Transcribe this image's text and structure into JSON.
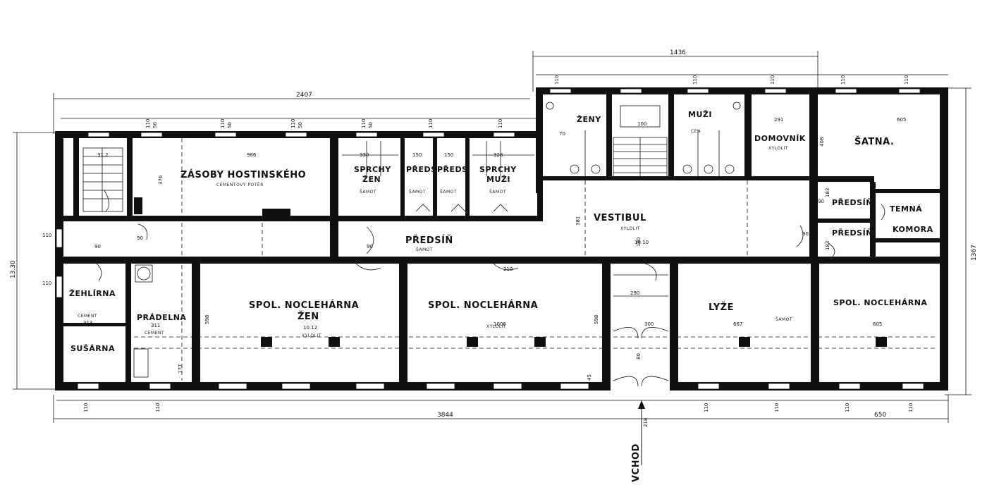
{
  "dimensions": {
    "top_left_total": "2407",
    "top_right_total": "1436",
    "bottom_left_total": "3844",
    "bottom_right_total": "650",
    "left_height": "13.30",
    "right_height": "1367",
    "zasoby_width": "986",
    "zasoby_height": "376",
    "sprchy_zen_width": "330",
    "preds_width": "150",
    "sprchy_muzi_width": "328",
    "vestibul_width": "10.10",
    "vestibul_depth": "381",
    "domovnik_width": "291",
    "satna_width": "605",
    "satna_depth": "408",
    "nocleharna_zen_width": "10.12",
    "nocleharna_width": "1006",
    "room_depth": "598",
    "lyze_width": "667",
    "nocleharna_r_width": "605",
    "sushat_width": "313",
    "pradelna_width": "311",
    "entrance_width": "290",
    "entrance_depth": "300",
    "entrance_bottom": "218",
    "corridor_small": "45",
    "window_small": "110",
    "window_sill": "50",
    "door_90": "90",
    "door_210": "210",
    "door_80": "80",
    "door_180": "180",
    "stair_small": "31.2",
    "wc_183": "183",
    "wc_100": "100",
    "wc_70": "70",
    "pradelna_177": "177"
  },
  "rooms": {
    "zasoby": "ZÁSOBY HOSTINSKÉHO",
    "zasoby_floor": "CEMENTOVÝ POTĚR",
    "sprchy_zen_1": "SPRCHY",
    "sprchy_zen_2": "ŽEN",
    "preds_a": "PŘEDS",
    "preds_b": "PŘEDS",
    "sprchy_muzi_1": "SPRCHY",
    "sprchy_muzi_2": "MUŽI",
    "samot": "ŠAMOT",
    "predsin": "PŘEDSÍŇ",
    "zeny": "ŽENY",
    "muzi": "MUŽI",
    "vestibul": "VESTIBUL",
    "xylolit": "XYLOLIT",
    "domovnik": "DOMOVNÍK",
    "satna": "ŠATNA.",
    "predsin_r1": "PŘEDSÍŇ",
    "predsin_r2": "PŘEDSÍŇ",
    "tmava_komora_1": "TEMNÁ",
    "tmava_komora_2": "KOMORA",
    "zehlirna": "ŽEHLÍRNA",
    "cement": "CEMENT",
    "pradelna": "PRÁDELNA",
    "susarna": "SUŠÁRNA",
    "spol_nocl_zen_1": "SPOL. NOCLEHÁRNA",
    "spol_nocl_zen_2": "ŽEN",
    "spol_nocl": "SPOL. NOCLEHÁRNA",
    "lyze": "LYŽE",
    "spol_nocl_r": "SPOL. NOCLEHÁRNA",
    "vchod": "VCHOD",
    "cen": "CEN"
  }
}
